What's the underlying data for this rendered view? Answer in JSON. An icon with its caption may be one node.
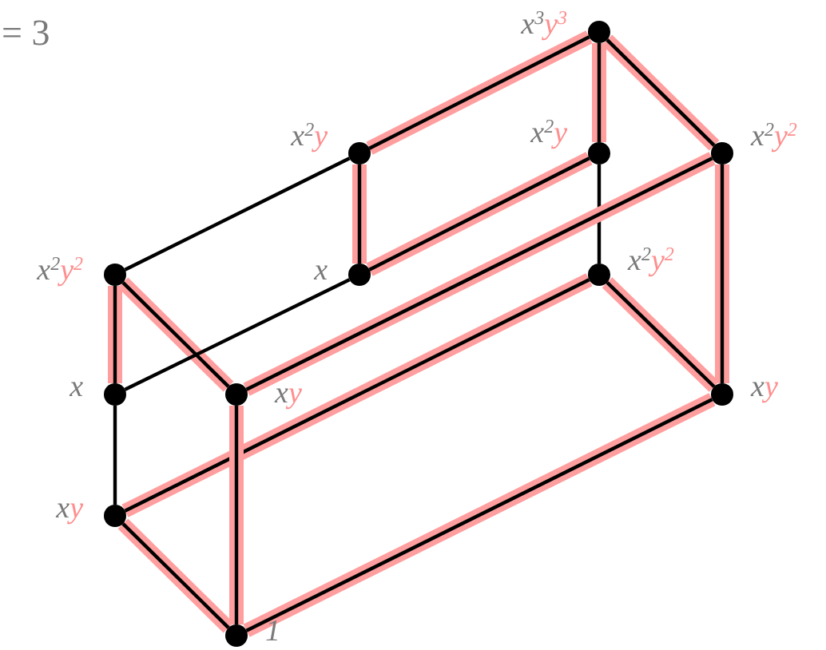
{
  "diagram": {
    "nodes": [
      {
        "text": [],
        "shape": "circle",
        "beside": [
          "x$^{3}$",
          "y$^{3}$"
        ]
      },
      {
        "text": [],
        "shape": "circle",
        "beside": [
          "x$^{2}$",
          "y"
        ]
      },
      {
        "text": [],
        "shape": "circle",
        "beside": [
          "x$^{2}$",
          "y"
        ]
      },
      {
        "text": [],
        "shape": "circle",
        "beside": [
          "x$^{2}$",
          "y$^{2}$"
        ]
      },
      {
        "text": [],
        "shape": "circle",
        "beside": [
          "x$^{2}$",
          "y$^{2}$"
        ]
      },
      {
        "text": [],
        "shape": "circle",
        "beside": [
          "x"
        ]
      },
      {
        "text": [],
        "shape": "circle",
        "beside": [
          "x$^{2}$",
          "y$^{2}$"
        ]
      },
      {
        "text": [],
        "shape": "circle",
        "beside": [
          "x"
        ]
      },
      {
        "text": [],
        "shape": "circle",
        "beside": [
          "x",
          "y"
        ]
      },
      {
        "text": [],
        "shape": "circle",
        "beside": [
          "x",
          "y"
        ]
      },
      {
        "text": [],
        "shape": "circle",
        "beside": [
          "x",
          "y"
        ]
      },
      {
        "text": [],
        "shape": "circle",
        "beside": [
          "1"
        ]
      }
    ],
    "edges": [
      {
        "from": 0,
        "to": 1,
        "arrow": "none"
      },
      {
        "from": 0,
        "to": 2,
        "arrow": "none"
      },
      {
        "from": 0,
        "to": 3,
        "arrow": "none"
      },
      {
        "from": 1,
        "to": 4,
        "arrow": "none",
        "color": "#000000"
      },
      {
        "from": 1,
        "to": 5,
        "arrow": "none"
      },
      {
        "from": 2,
        "to": 5,
        "arrow": "none"
      },
      {
        "from": 2,
        "to": 6,
        "arrow": "none",
        "color": "#000000"
      },
      {
        "from": 3,
        "to": 8,
        "arrow": "none"
      },
      {
        "from": 3,
        "to": 9,
        "arrow": "none"
      },
      {
        "from": 4,
        "to": 7,
        "arrow": "none"
      },
      {
        "from": 4,
        "to": 8,
        "arrow": "none"
      },
      {
        "from": 5,
        "to": 7,
        "arrow": "none",
        "color": "#000000"
      },
      {
        "from": 6,
        "to": 9,
        "arrow": "none"
      },
      {
        "from": 6,
        "to": 10,
        "arrow": "none"
      },
      {
        "from": 7,
        "to": 10,
        "arrow": "none",
        "color": "#000000"
      },
      {
        "from": 8,
        "to": 11,
        "arrow": "none"
      },
      {
        "from": 9,
        "to": 11,
        "arrow": "none"
      },
      {
        "from": 10,
        "to": 11,
        "arrow": "none"
      }
    ],
    "labels": [
      "= 3"
    ]
  }
}
